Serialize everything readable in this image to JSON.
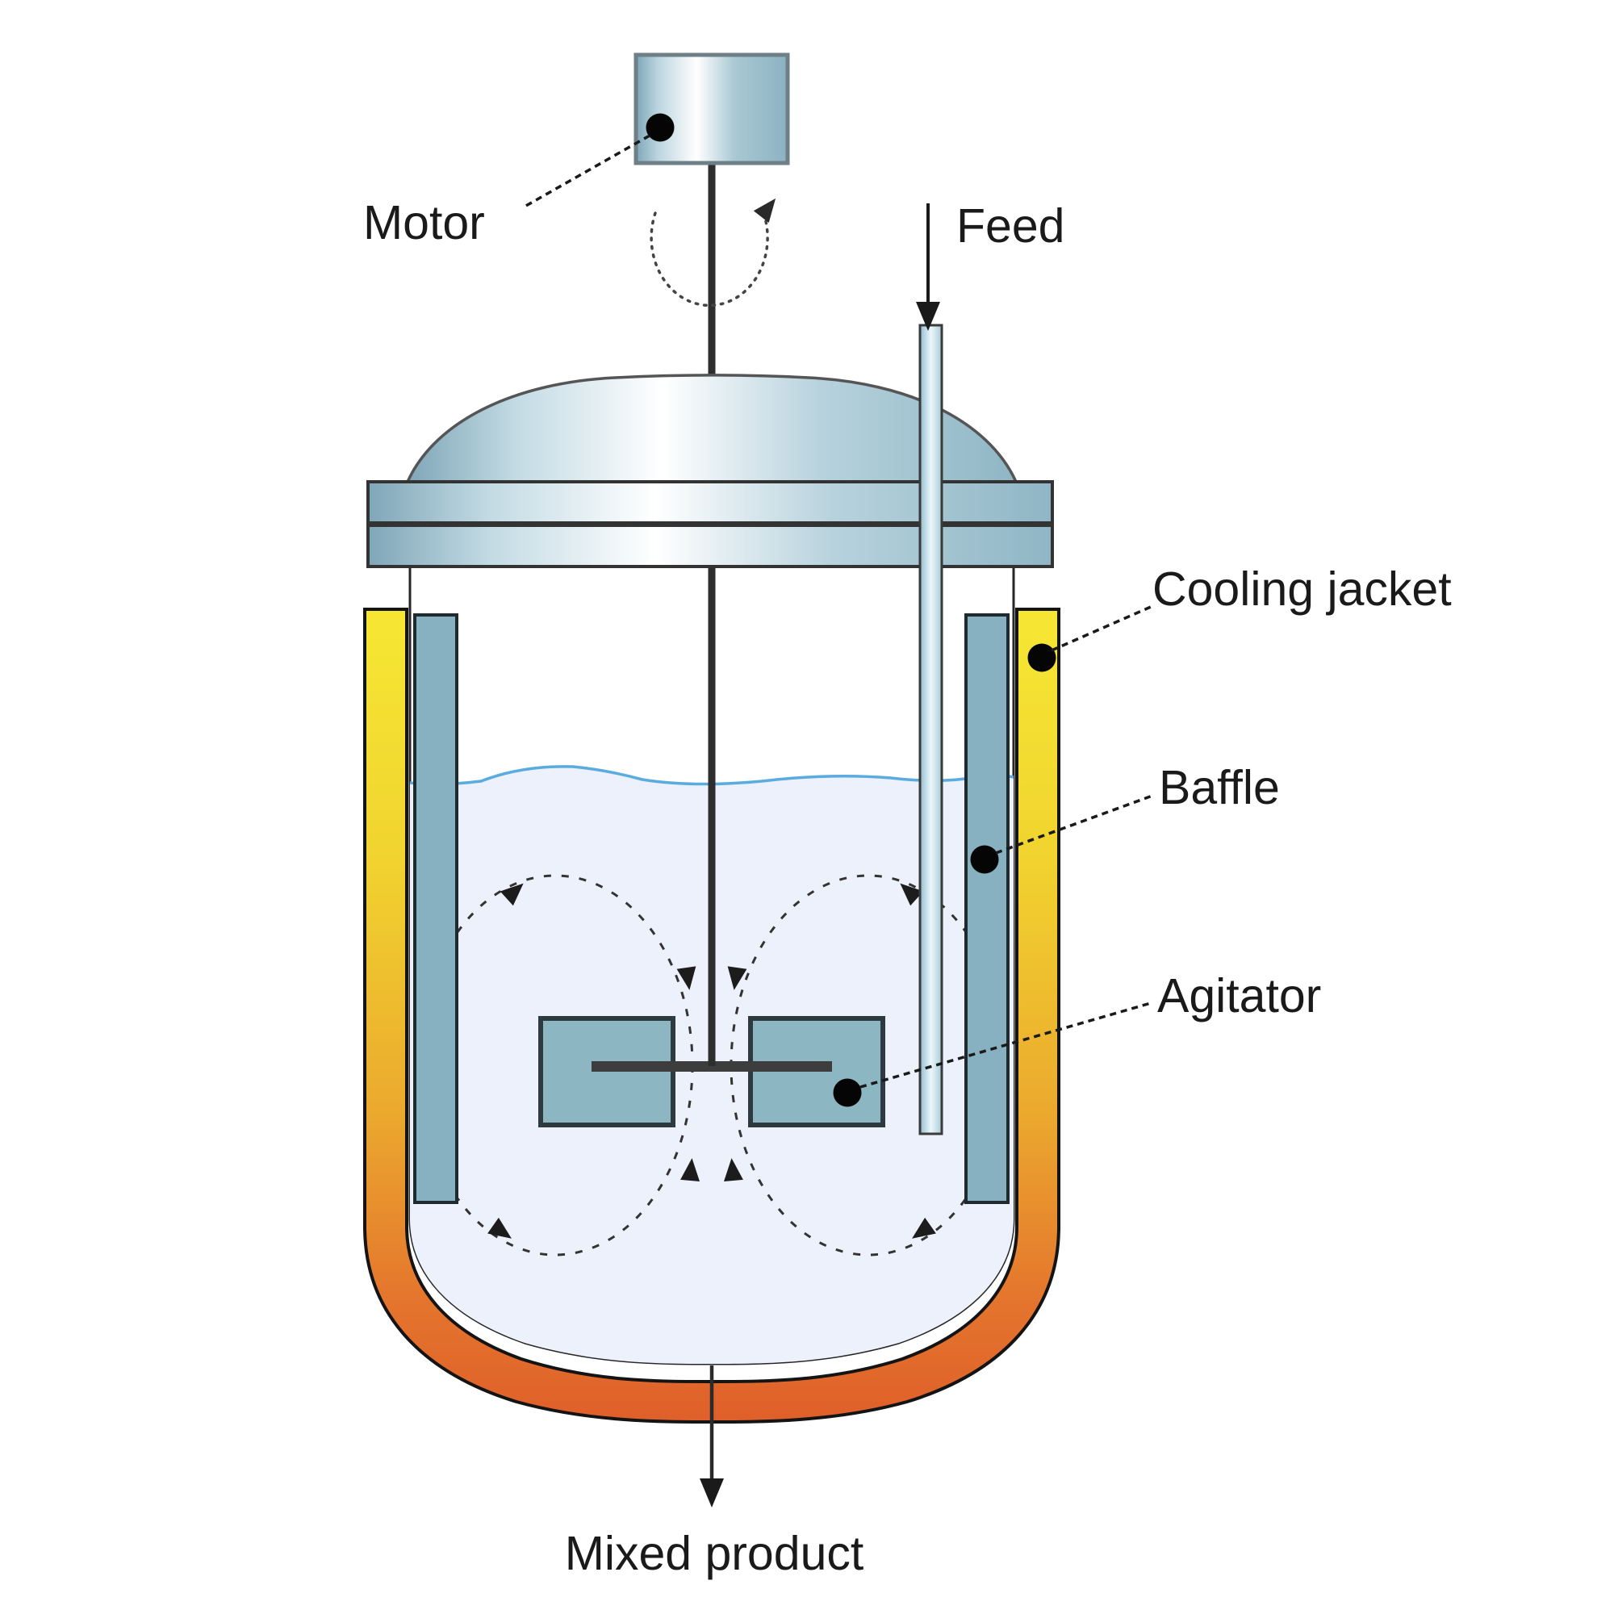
{
  "diagram": {
    "labels": {
      "motor": "Motor",
      "feed": "Feed",
      "cooling_jacket": "Cooling jacket",
      "baffle": "Baffle",
      "agitator": "Agitator",
      "mixed_product": "Mixed product"
    },
    "colors": {
      "jacket_top": "#f6e733",
      "jacket_bottom": "#df5f2a",
      "metal_blue": "#8fb6c5",
      "metal_highlight": "#ffffff",
      "baffle": "#87b1c0",
      "agitator_blade": "#8db6c3",
      "liquid": "#edf1fb",
      "wave": "#5aabdf",
      "feed_pipe": "#bdd8e4",
      "outline": "#1f1f1f"
    }
  }
}
